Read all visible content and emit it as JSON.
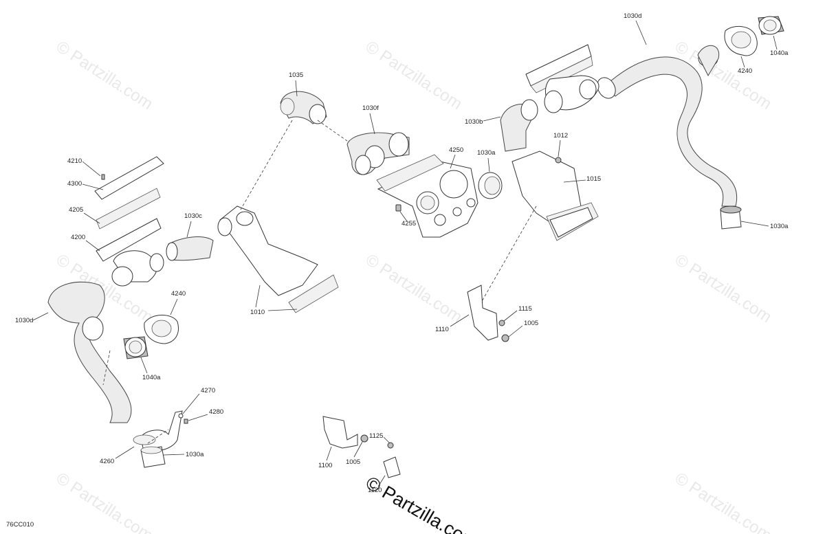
{
  "diagram": {
    "code": "76CC010",
    "watermark": "© Partzilla.com",
    "corner_watermark": "© Partzilla.com",
    "labels": [
      "1030d",
      "1040a",
      "4240",
      "1035",
      "1030f",
      "1030b",
      "4250",
      "1030a",
      "1012",
      "1015",
      "4210",
      "4300",
      "4205",
      "4200",
      "1030c",
      "4255",
      "1030a",
      "1010",
      "1110",
      "1115",
      "1005",
      "1030d",
      "4240",
      "1040a",
      "4270",
      "4280",
      "4260",
      "1030a",
      "1125",
      "1005",
      "1100",
      "1120"
    ]
  }
}
